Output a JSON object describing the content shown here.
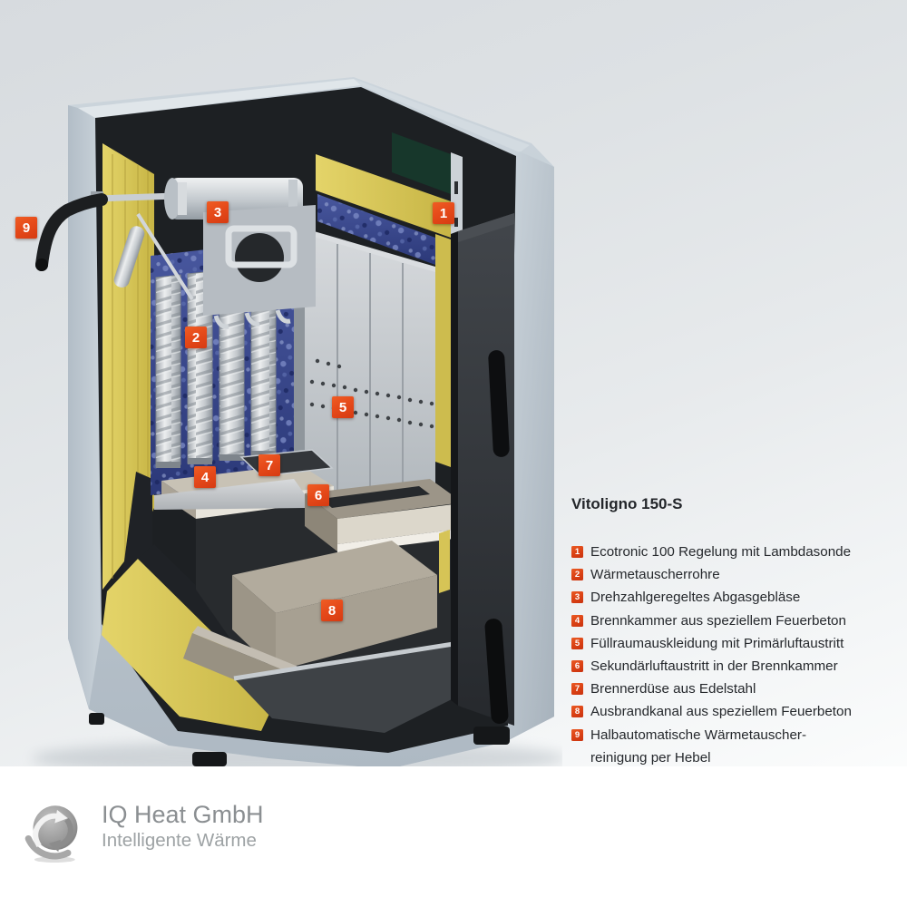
{
  "product": {
    "title": "Vitoligno 150-S"
  },
  "legend": {
    "items": [
      {
        "num": "1",
        "text": "Ecotronic 100 Regelung mit Lambdasonde"
      },
      {
        "num": "2",
        "text": "Wärmetauscherrohre"
      },
      {
        "num": "3",
        "text": "Drehzahlgeregeltes Abgasgebläse"
      },
      {
        "num": "4",
        "text": "Brennkammer aus speziellem Feuerbeton"
      },
      {
        "num": "5",
        "text": "Füllraumauskleidung mit Primärluftaustritt"
      },
      {
        "num": "6",
        "text": "Sekundärluftaustritt in der Brennkammer"
      },
      {
        "num": "7",
        "text": "Brennerdüse aus Edelstahl"
      },
      {
        "num": "8",
        "text": "Ausbrandkanal aus speziellem Feuerbeton"
      },
      {
        "num": "9",
        "text": "Halbautomatische Wärmetauscher-",
        "text2": "reinigung per Hebel"
      }
    ]
  },
  "diagram": {
    "markers": [
      {
        "label": "1"
      },
      {
        "label": "2"
      },
      {
        "label": "3"
      },
      {
        "label": "4"
      },
      {
        "label": "5"
      },
      {
        "label": "6"
      },
      {
        "label": "7"
      },
      {
        "label": "8"
      },
      {
        "label": "9"
      }
    ]
  },
  "branding": {
    "company": "IQ Heat GmbH",
    "tagline": "Intelligente Wärme"
  },
  "colors": {
    "accent_red": "#e04517",
    "casing_gray": "#c3cdd5",
    "insulation_yellow": "#d9c758",
    "heat_exchanger_blue": "#3a478f",
    "firebrick_gray": "#aba495",
    "door_charcoal": "#33373c",
    "text_dark": "#25282c",
    "logo_gray": "#8b8f92"
  }
}
